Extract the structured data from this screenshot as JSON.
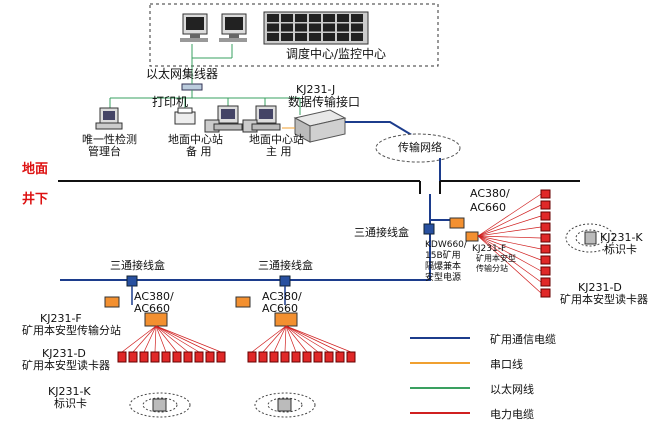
{
  "labels": {
    "dispatch_center": "调度中心/监控中心",
    "ethernet_hub": "以太网集线器",
    "printer": "打印机",
    "interface_model": "KJ231-J",
    "interface_name": "数据传输接口",
    "detect_console_1": "唯一性检测",
    "detect_console_2": "管理台",
    "ground_station_backup_1": "地面中心站",
    "ground_station_backup_2": "备  用",
    "ground_station_main_1": "地面中心站",
    "ground_station_main_2": "主  用",
    "network": "传输网络",
    "above_ground": "地面",
    "underground": "井下",
    "junction_box_right": "三通接线盒",
    "junction_box_left": "三通接线盒",
    "junction_box_mid": "三通接线盒",
    "ac_right": "AC380/",
    "ac_right_2": "AC660",
    "ac_left": "AC380/",
    "ac_left_2": "AC660",
    "ac_mid": "AC380/",
    "ac_mid_2": "AC660",
    "power_supply_model": "KDW660/",
    "power_supply_2": "15B矿用",
    "power_supply_3": "隔爆兼本",
    "power_supply_4": "安型电源",
    "substation_right_model": "KJ231-F",
    "substation_right_name": "矿用本安型传输分站",
    "card_right_model": "KJ231-K",
    "card_right_name": "标识卡",
    "reader_right_model": "KJ231-D",
    "reader_right_name": "矿用本安型读卡器",
    "substation_left_model": "KJ231-F",
    "substation_left_name": "矿用本安型传输分站",
    "reader_left_model": "KJ231-D",
    "reader_left_name": "矿用本安型读卡器",
    "card_left_model": "KJ231-K",
    "card_left_name": "标识卡"
  },
  "legend": [
    {
      "label": "矿用通信电缆",
      "color": "#1c3c8c"
    },
    {
      "label": "串口线",
      "color": "#f0a030"
    },
    {
      "label": "以太网线",
      "color": "#3aa060"
    },
    {
      "label": "电力电缆",
      "color": "#d02020"
    }
  ],
  "colors": {
    "comm_cable": "#1c3c8c",
    "serial": "#f0a030",
    "ethernet": "#3aa060",
    "power": "#d02020",
    "ground_line": "#111111"
  }
}
